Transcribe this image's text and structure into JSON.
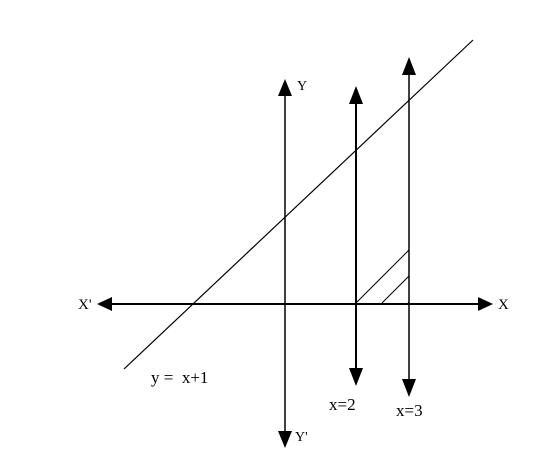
{
  "axes": {
    "x_pos_label": "X",
    "x_neg_label": "X'",
    "y_pos_label": "Y",
    "y_neg_label": "Y'"
  },
  "curve": {
    "label": "y =  x+1"
  },
  "bounds": {
    "left_label": "x=2",
    "right_label": "x=3"
  },
  "colors": {
    "ink": "#000000",
    "background": "#ffffff"
  }
}
